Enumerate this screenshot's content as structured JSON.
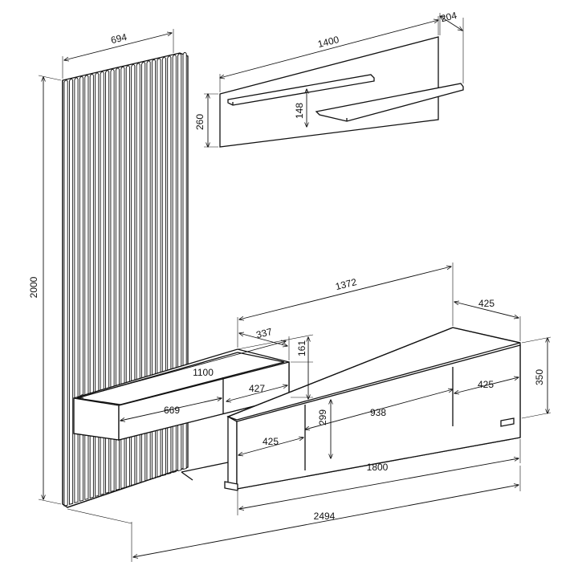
{
  "drawing": {
    "dimensions": {
      "panel_width": "694",
      "total_height": "2000",
      "shelf_width": "1400",
      "shelf_depth": "204",
      "shelf_panel_height": "260",
      "shelf_spacing": "148",
      "tv_unit_top_length": "1372",
      "tv_unit_depth": "425",
      "upper_unit_depth": "337",
      "upper_unit_height": "161",
      "upper_unit_width": "1100",
      "upper_drawer_right": "427",
      "upper_drawer_left": "669",
      "tv_unit_height": "350",
      "drawer_right": "425",
      "drawer_left": "425",
      "drawer_middle": "938",
      "drawer_height": "299",
      "tv_unit_length": "1800",
      "total_width": "2494"
    }
  }
}
